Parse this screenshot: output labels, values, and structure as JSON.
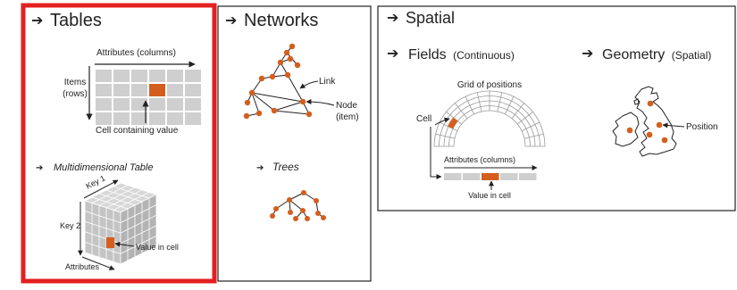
{
  "colors": {
    "highlight": "#d45e1e",
    "cell": "#cfcfcf",
    "cube": "#bdbdbd",
    "red_border": "#e41f1f"
  },
  "tables": {
    "heading": "Tables",
    "columns_label": "Attributes (columns)",
    "rows_label_1": "Items",
    "rows_label_2": "(rows)",
    "value_label": "Cell containing value",
    "multi_heading": "Multidimensional Table",
    "key1": "Key 1",
    "key2": "Key 2",
    "cube_value": "Value in cell",
    "cube_attributes": "Attributes"
  },
  "networks": {
    "heading": "Networks",
    "link_label": "Link",
    "node_label_1": "Node",
    "node_label_2": "(item)",
    "trees_heading": "Trees"
  },
  "spatial": {
    "heading": "Spatial",
    "fields_heading": "Fields",
    "fields_sub": "(Continuous)",
    "geometry_heading": "Geometry",
    "geometry_sub": "(Spatial)",
    "grid_label": "Grid of positions",
    "cell_label": "Cell",
    "attributes_label": "Attributes (columns)",
    "value_label": "Value in cell",
    "position_label": "Position"
  },
  "arrow_glyph": "➔"
}
